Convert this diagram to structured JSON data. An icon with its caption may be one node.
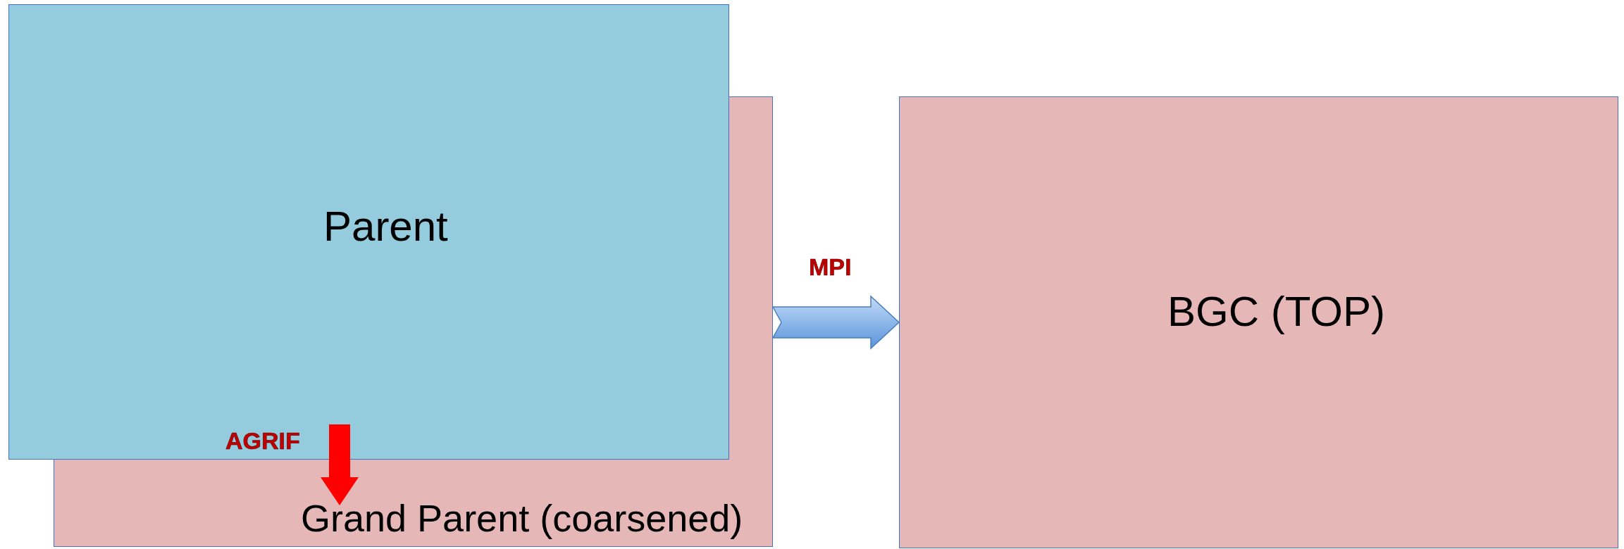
{
  "diagram": {
    "nodes": [
      {
        "text": [
          "Parent"
        ]
      },
      {
        "text": [
          "Grand Parent (coarsened)"
        ]
      },
      {
        "text": [
          "BGC (TOP)"
        ]
      }
    ],
    "edges": [
      {
        "from": 1,
        "to": 2,
        "arrow": "to",
        "label": "MPI"
      },
      {
        "from": 0,
        "to": 1,
        "arrow": "to",
        "label": "AGRIF",
        "style": "thick",
        "color": "#ff0000"
      }
    ]
  }
}
